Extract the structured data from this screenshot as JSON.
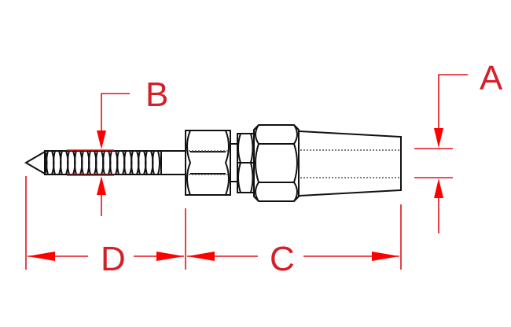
{
  "diagram": {
    "type": "technical-drawing",
    "subject": "lag-screw swage terminal fitting",
    "colors": {
      "outline": "#111111",
      "dimension": "#e0141c",
      "background": "#ffffff"
    },
    "dimensions": {
      "A": {
        "label": "A"
      },
      "B": {
        "label": "B"
      },
      "C": {
        "label": "C"
      },
      "D": {
        "label": "D"
      }
    }
  }
}
